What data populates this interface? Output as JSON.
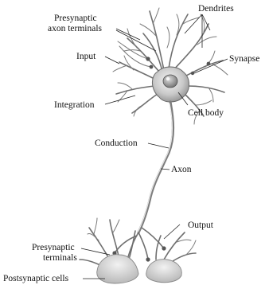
{
  "labels": {
    "presynaptic_axon_terminals_line1": "Presynaptic",
    "presynaptic_axon_terminals_line2": "axon terminals",
    "dendrites": "Dendrites",
    "input": "Input",
    "synapse": "Synapse",
    "integration": "Integration",
    "cell_body": "Cell body",
    "conduction": "Conduction",
    "axon": "Axon",
    "output": "Output",
    "presynaptic_terminals_line1": "Presynaptic",
    "presynaptic_terminals_line2": "terminals",
    "postsynaptic_cells": "Postsynaptic cells"
  }
}
